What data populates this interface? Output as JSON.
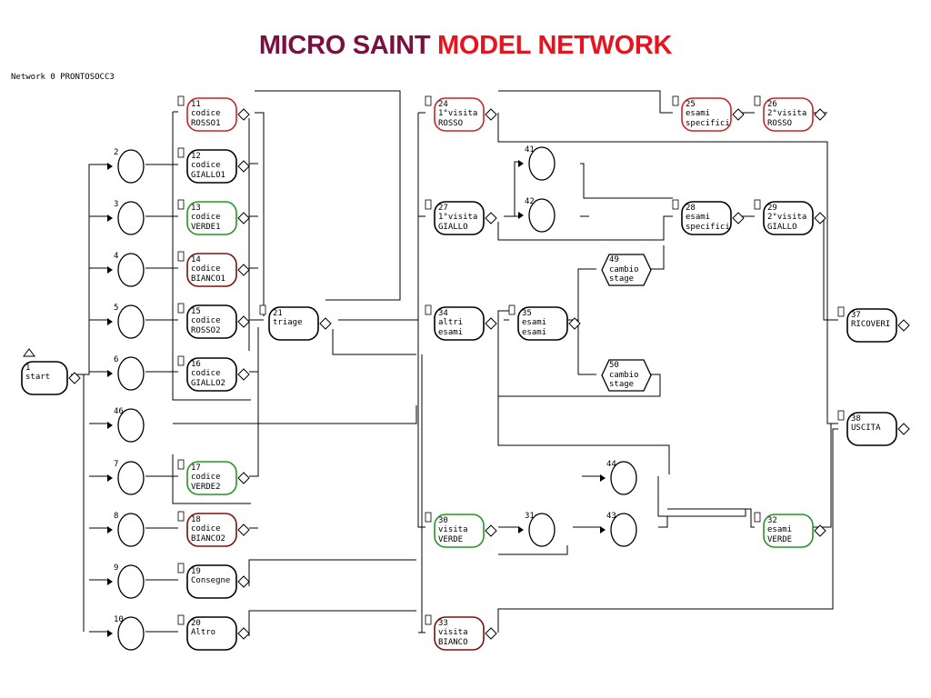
{
  "title": {
    "part1": "MICRO SAINT",
    "part2": "MODEL NETWORK"
  },
  "network_label": "Network 0 PRONTOSOCC3",
  "colors": {
    "title_dark": "#7a1040",
    "title_red": "#e6141e",
    "red": "#cc2222",
    "green": "#229922",
    "darkred": "#7a1010",
    "black": "#000000"
  },
  "nodes": [
    {
      "id": "n1",
      "num": "1",
      "lines": [
        "start"
      ],
      "shape": "task",
      "color": "black"
    },
    {
      "id": "n2",
      "num": "2",
      "lines": [],
      "shape": "oval",
      "color": "black"
    },
    {
      "id": "n3",
      "num": "3",
      "lines": [],
      "shape": "oval",
      "color": "black"
    },
    {
      "id": "n4",
      "num": "4",
      "lines": [],
      "shape": "oval",
      "color": "black"
    },
    {
      "id": "n5",
      "num": "5",
      "lines": [],
      "shape": "oval",
      "color": "black"
    },
    {
      "id": "n6",
      "num": "6",
      "lines": [],
      "shape": "oval",
      "color": "black"
    },
    {
      "id": "n46",
      "num": "46",
      "lines": [],
      "shape": "oval",
      "color": "black"
    },
    {
      "id": "n7",
      "num": "7",
      "lines": [],
      "shape": "oval",
      "color": "black"
    },
    {
      "id": "n8",
      "num": "8",
      "lines": [],
      "shape": "oval",
      "color": "black"
    },
    {
      "id": "n9",
      "num": "9",
      "lines": [],
      "shape": "oval",
      "color": "black"
    },
    {
      "id": "n10",
      "num": "10",
      "lines": [],
      "shape": "oval",
      "color": "black"
    },
    {
      "id": "n11",
      "num": "11",
      "lines": [
        "codice",
        "ROSSO1"
      ],
      "shape": "task",
      "color": "red"
    },
    {
      "id": "n12",
      "num": "12",
      "lines": [
        "codice",
        "GIALLO1"
      ],
      "shape": "task",
      "color": "black"
    },
    {
      "id": "n13",
      "num": "13",
      "lines": [
        "codice",
        "VERDE1"
      ],
      "shape": "task",
      "color": "green"
    },
    {
      "id": "n14",
      "num": "14",
      "lines": [
        "codice",
        "BIANCO1"
      ],
      "shape": "task",
      "color": "darkred"
    },
    {
      "id": "n15",
      "num": "15",
      "lines": [
        "codice",
        "ROSSO2"
      ],
      "shape": "task",
      "color": "black"
    },
    {
      "id": "n16",
      "num": "16",
      "lines": [
        "codice",
        "GIALLO2"
      ],
      "shape": "task",
      "color": "black"
    },
    {
      "id": "n17",
      "num": "17",
      "lines": [
        "codice",
        "VERDE2"
      ],
      "shape": "task",
      "color": "green"
    },
    {
      "id": "n18",
      "num": "18",
      "lines": [
        "codice",
        "BIANCO2"
      ],
      "shape": "task",
      "color": "darkred"
    },
    {
      "id": "n19",
      "num": "19",
      "lines": [
        "Consegne"
      ],
      "shape": "task",
      "color": "black"
    },
    {
      "id": "n20",
      "num": "20",
      "lines": [
        "Altro"
      ],
      "shape": "task",
      "color": "black"
    },
    {
      "id": "n21",
      "num": "21",
      "lines": [
        "triage"
      ],
      "shape": "task",
      "color": "black"
    },
    {
      "id": "n24",
      "num": "24",
      "lines": [
        "1°visita",
        "ROSSO"
      ],
      "shape": "task",
      "color": "red"
    },
    {
      "id": "n27",
      "num": "27",
      "lines": [
        "1°visita",
        "GIALLO"
      ],
      "shape": "task",
      "color": "black"
    },
    {
      "id": "n34",
      "num": "34",
      "lines": [
        "altri",
        "esami"
      ],
      "shape": "task",
      "color": "black"
    },
    {
      "id": "n30",
      "num": "30",
      "lines": [
        "visita",
        "VERDE"
      ],
      "shape": "task",
      "color": "green"
    },
    {
      "id": "n33",
      "num": "33",
      "lines": [
        "visita",
        "BIANCO"
      ],
      "shape": "task",
      "color": "darkred"
    },
    {
      "id": "n41",
      "num": "41",
      "lines": [],
      "shape": "oval",
      "color": "black"
    },
    {
      "id": "n42",
      "num": "42",
      "lines": [],
      "shape": "oval",
      "color": "black"
    },
    {
      "id": "n35",
      "num": "35",
      "lines": [
        "esami",
        "esami"
      ],
      "shape": "task",
      "color": "black"
    },
    {
      "id": "n31",
      "num": "31",
      "lines": [],
      "shape": "oval",
      "color": "black"
    },
    {
      "id": "n44",
      "num": "44",
      "lines": [],
      "shape": "oval",
      "color": "black"
    },
    {
      "id": "n43",
      "num": "43",
      "lines": [],
      "shape": "oval",
      "color": "black"
    },
    {
      "id": "n49",
      "num": "49",
      "lines": [
        "cambio",
        "stage"
      ],
      "shape": "hex",
      "color": "black"
    },
    {
      "id": "n50",
      "num": "50",
      "lines": [
        "cambio",
        "stage"
      ],
      "shape": "hex",
      "color": "black"
    },
    {
      "id": "n25",
      "num": "25",
      "lines": [
        "esami",
        "specifici"
      ],
      "shape": "task",
      "color": "red"
    },
    {
      "id": "n26",
      "num": "26",
      "lines": [
        "2°visita",
        "ROSSO"
      ],
      "shape": "task",
      "color": "red"
    },
    {
      "id": "n28",
      "num": "28",
      "lines": [
        "esami",
        "specifici"
      ],
      "shape": "task",
      "color": "black"
    },
    {
      "id": "n29",
      "num": "29",
      "lines": [
        "2°visita",
        "GIALLO"
      ],
      "shape": "task",
      "color": "black"
    },
    {
      "id": "n32",
      "num": "32",
      "lines": [
        "esami",
        "VERDE"
      ],
      "shape": "task",
      "color": "green"
    },
    {
      "id": "n37",
      "num": "37",
      "lines": [
        "RICOVERI"
      ],
      "shape": "task",
      "color": "black"
    },
    {
      "id": "n38",
      "num": "38",
      "lines": [
        "USCITA"
      ],
      "shape": "task",
      "color": "black"
    }
  ]
}
